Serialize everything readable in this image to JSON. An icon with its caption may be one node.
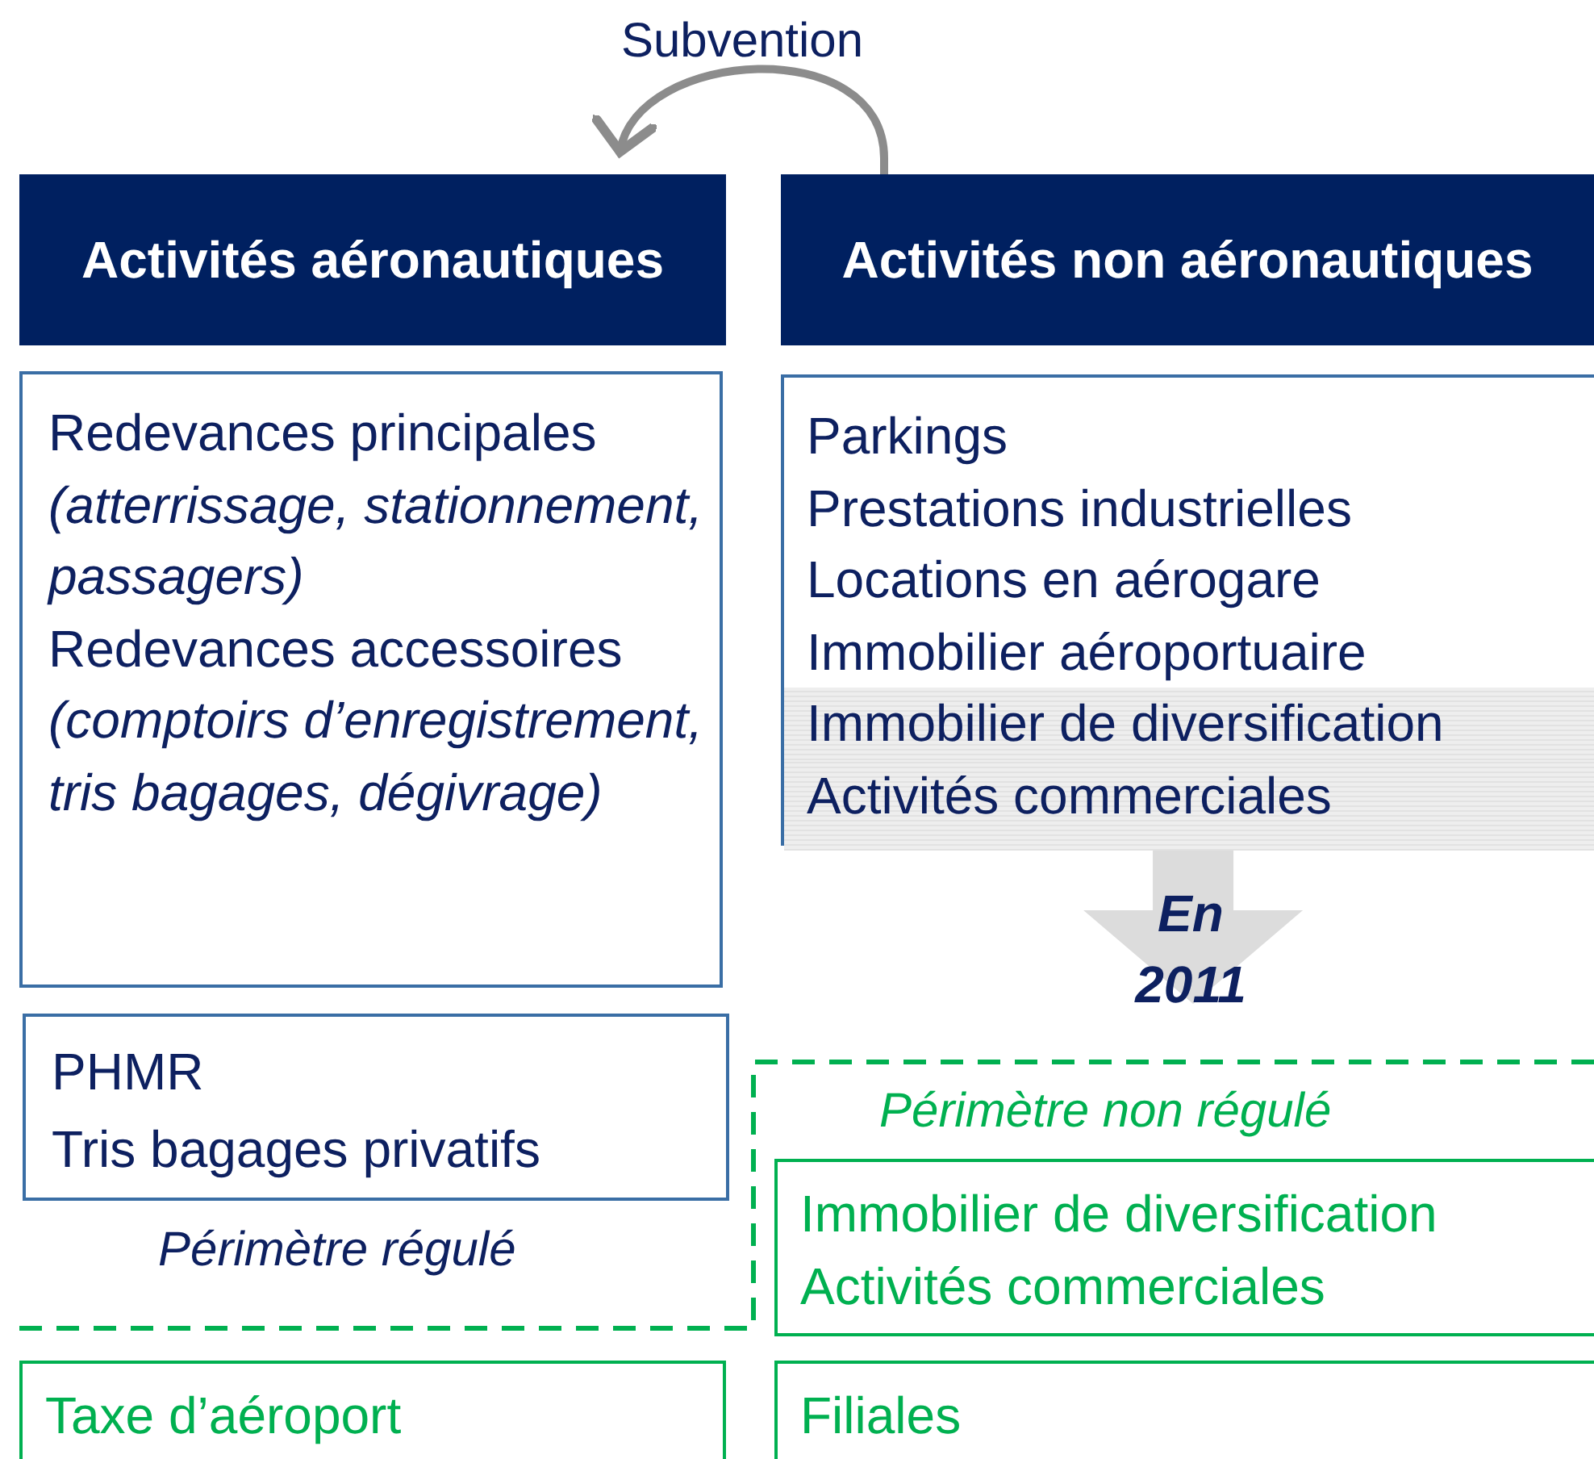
{
  "diagram": {
    "nodes": [
      {
        "text": [
          "Activités aéronautiques"
        ]
      },
      {
        "text": [
          "Activités non aéronautiques"
        ]
      },
      {
        "text": [
          "Redevances principales",
          "(atterrissage, stationnement, passagers)",
          "Redevances accessoires",
          "(comptoirs d’enregistrement, tris bagages, dégivrage)"
        ]
      },
      {
        "text": [
          "Parkings",
          "Prestations industrielles",
          "Locations en aérogare",
          "Immobilier aéroportuaire",
          "Immobilier de diversification",
          "Activités commerciales"
        ]
      },
      {
        "text": [
          "PHMR",
          "Tris bagages privatifs"
        ]
      },
      {
        "text": [
          "Immobilier de diversification",
          "Activités commerciales"
        ]
      },
      {
        "text": [
          "Taxe d’aéroport"
        ]
      },
      {
        "text": [
          "Filiales"
        ]
      }
    ],
    "edges": [
      {
        "from": 1,
        "to": 0,
        "arrow": "to",
        "label": "Subvention"
      },
      {
        "from": 3,
        "to": null,
        "arrow": "to",
        "label": "En 2011",
        "style": "thick"
      }
    ],
    "labels": [
      "Périmètre non régulé",
      "Périmètre régulé"
    ]
  }
}
